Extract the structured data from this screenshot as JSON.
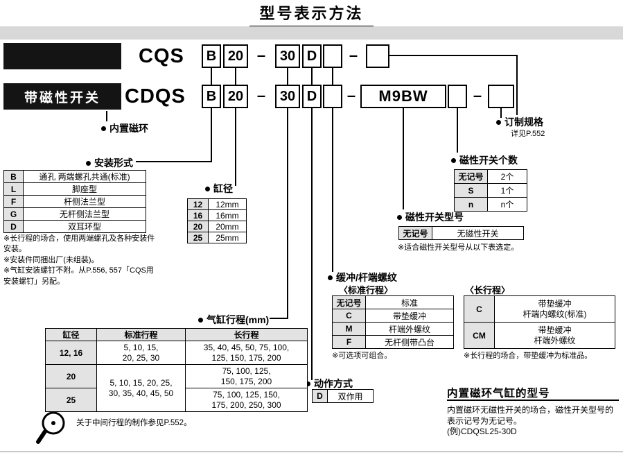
{
  "header": {
    "title": "型号表示方法"
  },
  "models": {
    "dash": "–",
    "row1": {
      "prefix": "CQS",
      "mount": "B",
      "bore": "20",
      "stroke": "30",
      "action": "D"
    },
    "row2": {
      "label": "带磁性开关",
      "prefix": "CDQS",
      "mount": "B",
      "bore": "20",
      "stroke": "30",
      "action": "D",
      "switch_model": "M9BW"
    }
  },
  "callouts": {
    "builtin_magnet": "内置磁环",
    "made_to_order": "订制规格",
    "made_to_order_note": "详见P.552",
    "mounting": "安装形式",
    "bore": "缸径",
    "stroke": "气缸行程(mm)",
    "action": "动作方式",
    "cushion": "缓冲/杆端螺纹",
    "cushion_sub": "〈标准行程〉",
    "long_stroke": "〈长行程〉",
    "switch_model": "磁性开关型号",
    "switch_qty": "磁性开关个数"
  },
  "mounting": {
    "rows": [
      {
        "code": "B",
        "desc": "通孔 两端螺孔共通(标准)"
      },
      {
        "code": "L",
        "desc": "脚座型"
      },
      {
        "code": "F",
        "desc": "杆侧法兰型"
      },
      {
        "code": "G",
        "desc": "无杆侧法兰型"
      },
      {
        "code": "D",
        "desc": "双耳环型"
      }
    ],
    "notes": [
      "※长行程的场合，使用两端螺孔及各种安装件安装。",
      "※安装件同捆出厂(未组装)。",
      "※气缸安装螺钉不附。从P.556, 557「CQS用安装螺钉」另配。"
    ]
  },
  "bore": {
    "rows": [
      {
        "code": "12",
        "desc": "12mm"
      },
      {
        "code": "16",
        "desc": "16mm"
      },
      {
        "code": "20",
        "desc": "20mm"
      },
      {
        "code": "25",
        "desc": "25mm"
      }
    ]
  },
  "switch_qty": {
    "rows": [
      {
        "code": "无记号",
        "desc": "2个"
      },
      {
        "code": "S",
        "desc": "1个"
      },
      {
        "code": "n",
        "desc": "n个"
      }
    ]
  },
  "switch_model": {
    "code": "无记号",
    "desc": "无磁性开关",
    "note": "※适合磁性开关型号从以下表选定。"
  },
  "cushion": {
    "rows": [
      {
        "code": "无记号",
        "desc": "标准"
      },
      {
        "code": "C",
        "desc": "带垫缓冲"
      },
      {
        "code": "M",
        "desc": "杆端外螺纹"
      },
      {
        "code": "F",
        "desc": "无杆侧带凸台"
      }
    ],
    "note": "※可选项可组合。"
  },
  "long_stroke": {
    "rows": [
      {
        "code": "C",
        "desc": "带垫缓冲\n杆端内螺纹(标准)"
      },
      {
        "code": "CM",
        "desc": "带垫缓冲\n杆端外螺纹"
      }
    ],
    "note": "※长行程的场合，带垫缓冲为标准品。"
  },
  "stroke": {
    "headers": [
      "缸径",
      "标准行程",
      "长行程"
    ],
    "row1": {
      "bore": "12, 16",
      "std": "5, 10, 15,\n20, 25, 30",
      "long": "35, 40, 45, 50, 75, 100,\n125, 150, 175, 200"
    },
    "row2": {
      "bore": "20",
      "std": "5, 10, 15, 20, 25,\n30, 35, 40, 45, 50",
      "long": "75, 100, 125,\n150, 175, 200"
    },
    "row3": {
      "bore": "25",
      "long": "75, 100, 125, 150,\n175, 200, 250, 300"
    }
  },
  "action": {
    "code": "D",
    "desc": "双作用"
  },
  "builtin_info": {
    "title": "内置磁环气缸的型号",
    "body": "内置磁环无磁性开关的场合，磁性开关型号的表示记号为无记号。",
    "example": "(例)CDQSL25-30D"
  },
  "footer": {
    "note": "关于中间行程的制作参见P.552。"
  }
}
